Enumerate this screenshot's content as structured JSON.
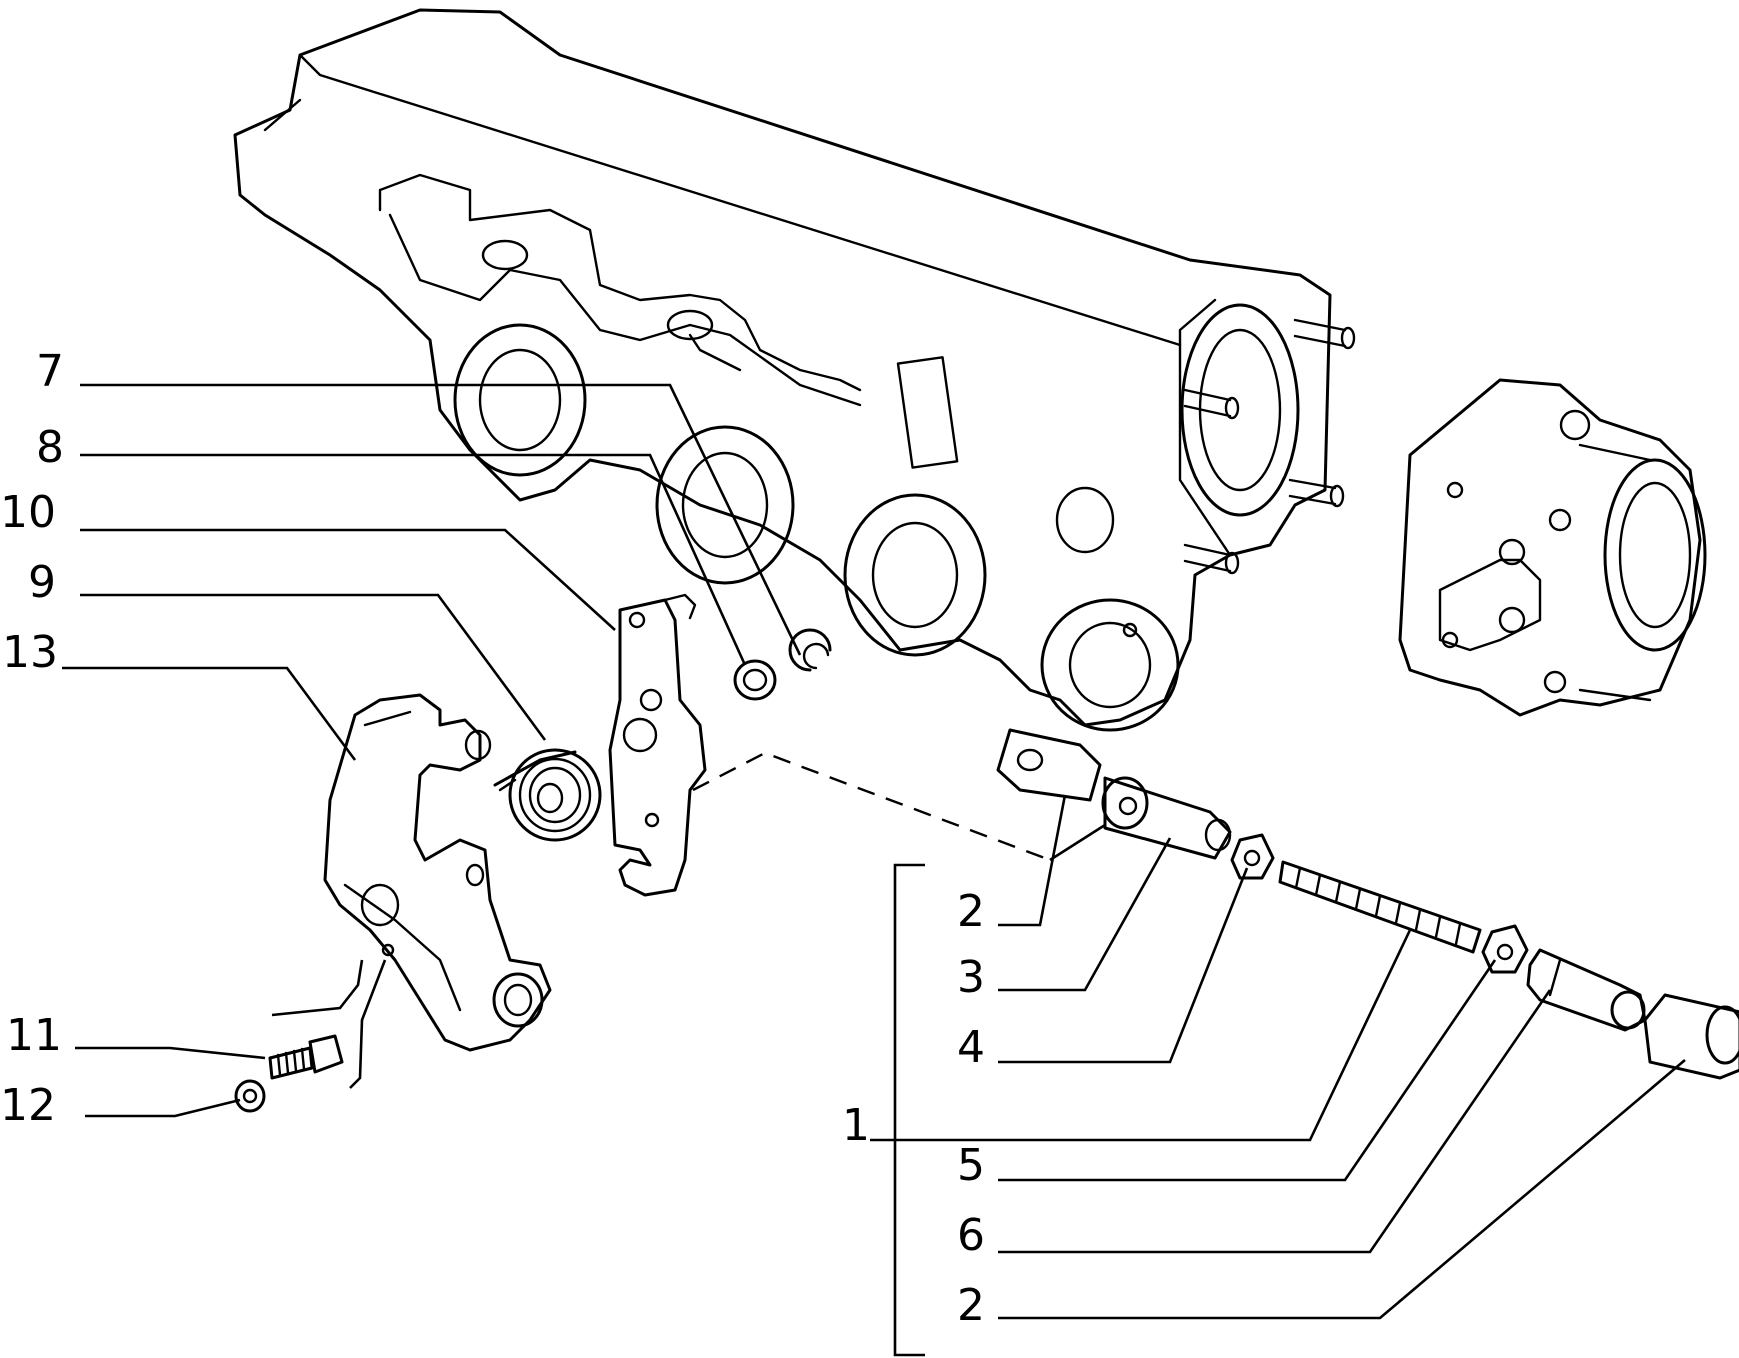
{
  "callouts": [
    {
      "id": "c7",
      "number": "7"
    },
    {
      "id": "c8",
      "number": "8"
    },
    {
      "id": "c10",
      "number": "10"
    },
    {
      "id": "c9",
      "number": "9"
    },
    {
      "id": "c13",
      "number": "13"
    },
    {
      "id": "c11",
      "number": "11"
    },
    {
      "id": "c12",
      "number": "12"
    },
    {
      "id": "c2a",
      "number": "2"
    },
    {
      "id": "c3",
      "number": "3"
    },
    {
      "id": "c4",
      "number": "4"
    },
    {
      "id": "c1",
      "number": "1"
    },
    {
      "id": "c5",
      "number": "5"
    },
    {
      "id": "c6",
      "number": "6"
    },
    {
      "id": "c2b",
      "number": "2"
    }
  ]
}
